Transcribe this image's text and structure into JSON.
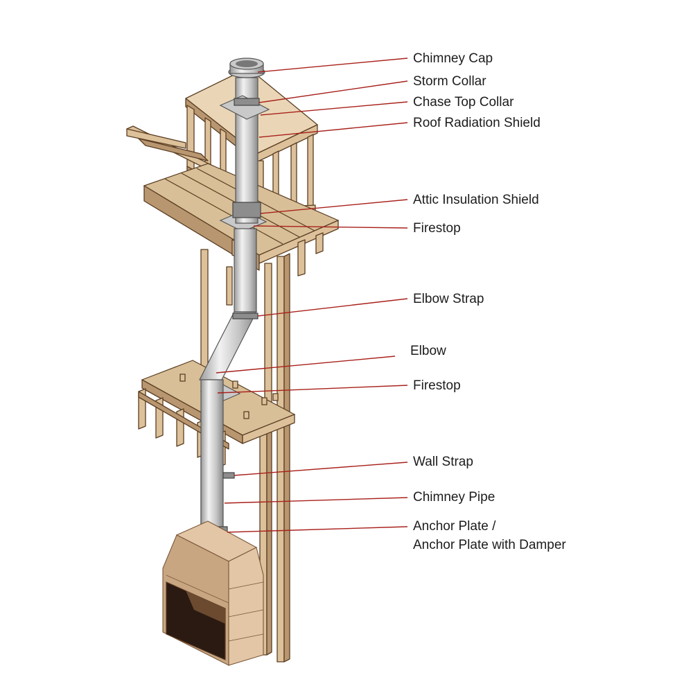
{
  "diagram": {
    "colors": {
      "leader_line": "#a8201a",
      "label_text": "#1c1c1c",
      "wood": "#dcc19a",
      "metal": "#c9c9c9"
    },
    "labels": [
      {
        "id": "chimney-cap",
        "text": "Chimney Cap"
      },
      {
        "id": "storm-collar",
        "text": "Storm Collar"
      },
      {
        "id": "chase-top-collar",
        "text": "Chase Top Collar"
      },
      {
        "id": "roof-radiation-shield",
        "text": "Roof Radiation Shield"
      },
      {
        "id": "attic-insulation-shield",
        "text": "Attic Insulation Shield"
      },
      {
        "id": "firestop-upper",
        "text": "Firestop"
      },
      {
        "id": "elbow-strap",
        "text": "Elbow Strap"
      },
      {
        "id": "elbow",
        "text": "Elbow"
      },
      {
        "id": "firestop-lower",
        "text": "Firestop"
      },
      {
        "id": "wall-strap",
        "text": "Wall Strap"
      },
      {
        "id": "chimney-pipe",
        "text": "Chimney Pipe"
      },
      {
        "id": "anchor-plate-line1",
        "text": "Anchor Plate /"
      },
      {
        "id": "anchor-plate-line2",
        "text": "Anchor Plate with Damper"
      }
    ]
  }
}
